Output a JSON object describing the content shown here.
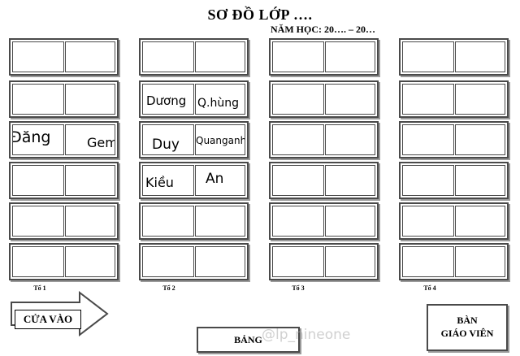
{
  "title": "SƠ ĐỒ LỚP ….",
  "subtitle": "NĂM HỌC: 20…. – 20…",
  "groups": [
    {
      "label": "Tổ 1",
      "rows": [
        [
          "",
          ""
        ],
        [
          "",
          ""
        ],
        [
          "Đăng",
          "Gem"
        ],
        [
          "",
          ""
        ],
        [
          "",
          ""
        ],
        [
          "",
          ""
        ]
      ]
    },
    {
      "label": "Tổ 2",
      "rows": [
        [
          "",
          ""
        ],
        [
          "Dương",
          "Q.hùng"
        ],
        [
          "Duy",
          "Quanganh"
        ],
        [
          "Kiều",
          "An"
        ],
        [
          "",
          ""
        ],
        [
          "",
          ""
        ]
      ]
    },
    {
      "label": "Tổ 3",
      "rows": [
        [
          "",
          ""
        ],
        [
          "",
          ""
        ],
        [
          "",
          ""
        ],
        [
          "",
          ""
        ],
        [
          "",
          ""
        ],
        [
          "",
          ""
        ]
      ]
    },
    {
      "label": "Tổ 4",
      "rows": [
        [
          "",
          ""
        ],
        [
          "",
          ""
        ],
        [
          "",
          ""
        ],
        [
          "",
          ""
        ],
        [
          "",
          ""
        ],
        [
          "",
          ""
        ]
      ]
    }
  ],
  "door_label": "CỬA VÀO",
  "board_label": "BẢNG",
  "teacher_desk": {
    "line1": "BÀN",
    "line2": "GIÁO VIÊN"
  },
  "watermark": "@lp_nineone"
}
